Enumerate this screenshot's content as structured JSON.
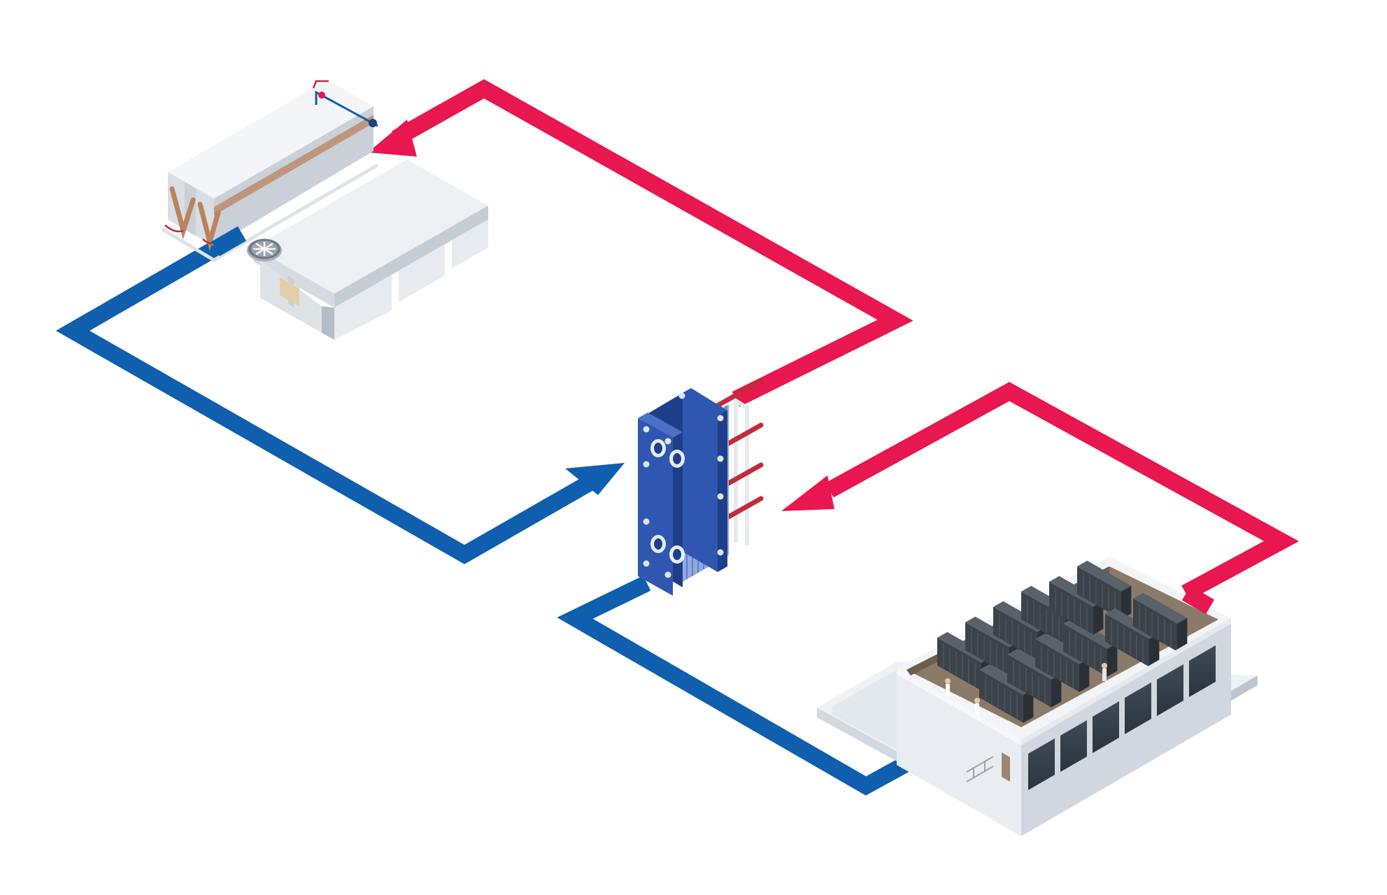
{
  "diagram": {
    "colors": {
      "hot": "#e8174f",
      "cold": "#0f5fae",
      "hx_plate": "#2f56b0",
      "hx_dark": "#1d3f8a",
      "hx_rod": "#c32a3b",
      "steel_light": "#eef1f4",
      "steel_mid": "#d5dbe1",
      "steel_dark": "#b4bcc5",
      "fan": "#7d8791",
      "rack": "#3c4248",
      "floor": "#8c7a68",
      "copper": "#b9835c"
    },
    "components": [
      {
        "id": "dry-cooler-units",
        "icon": "dry-cooler-icon"
      },
      {
        "id": "heat-exchanger",
        "icon": "plate-heat-exchanger-icon"
      },
      {
        "id": "data-center",
        "icon": "data-center-building-icon"
      }
    ],
    "loops": [
      {
        "id": "outdoor-loop",
        "hot_flow": "heat-exchanger-to-dry-cooler",
        "cold_flow": "dry-cooler-to-heat-exchanger"
      },
      {
        "id": "facility-loop",
        "hot_flow": "data-center-to-heat-exchanger",
        "cold_flow": "heat-exchanger-to-data-center"
      }
    ]
  }
}
